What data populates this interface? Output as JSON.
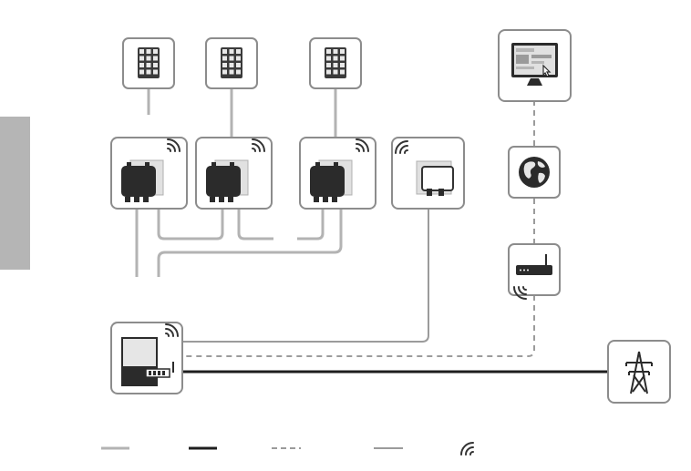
{
  "colors": {
    "box_stroke": "#8c8c8c",
    "dc_wire": "#b3b3b3",
    "ac_wire": "#1e1e1e",
    "lan_wire": "#9b9b9b",
    "device_dark": "#2b2b2b",
    "panel_fill": "#e6e6e6",
    "side_tab": "#b5b5b5"
  },
  "components": {
    "pv_modules": [
      "pv-module",
      "pv-module",
      "pv-module"
    ],
    "microinverters": [
      "microinverter",
      "microinverter",
      "microinverter"
    ],
    "communication_unit": "communication-unit",
    "monitoring_portal": "monitor-icon",
    "internet": "globe-icon",
    "router": "router-icon",
    "energy_meter": "meter-icon",
    "utility_grid": "power-pylon-icon"
  },
  "legend": {
    "items": [
      {
        "style": "dc-cable",
        "icon": "solid-light-line"
      },
      {
        "style": "ac-cable",
        "icon": "solid-dark-line"
      },
      {
        "style": "lan-cable",
        "icon": "dashed-line"
      },
      {
        "style": "data-cable",
        "icon": "solid-mid-line"
      },
      {
        "style": "wireless",
        "icon": "wifi-icon"
      }
    ]
  }
}
